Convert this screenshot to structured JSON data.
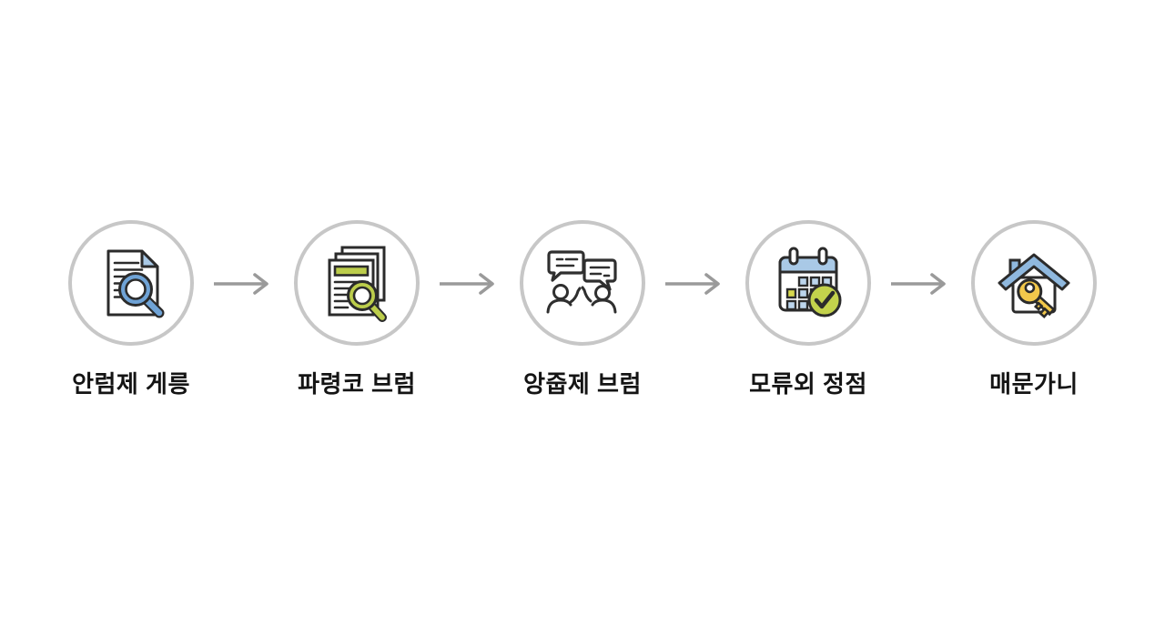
{
  "flow": {
    "steps": [
      {
        "label": "안럼제 게릉",
        "icon": "document-search-icon"
      },
      {
        "label": "파령코 브럼",
        "icon": "document-stack-magnifier-icon"
      },
      {
        "label": "앙줍제 브럼",
        "icon": "discussion-icon"
      },
      {
        "label": "모류외 정점",
        "icon": "calendar-check-icon"
      },
      {
        "label": "매문가니",
        "icon": "house-key-icon"
      }
    ],
    "colors": {
      "circle_border": "#c7c7c7",
      "outline": "#2b2b2b",
      "blue_light": "#a9c9e6",
      "blue_medium": "#6fa3d6",
      "green": "#bccd4b",
      "yellow": "#f2c84b",
      "arrow": "#9a9a9a",
      "label_text": "#141414"
    }
  }
}
